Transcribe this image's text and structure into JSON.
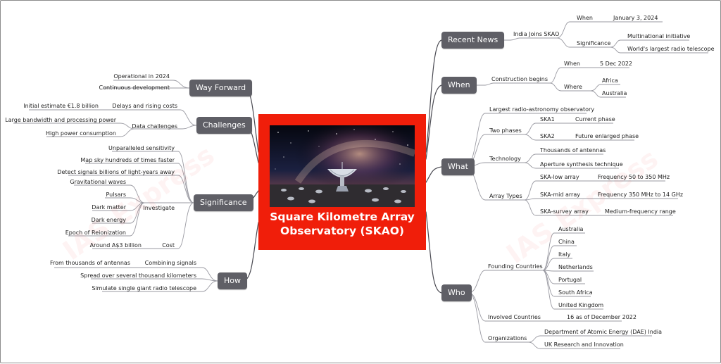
{
  "center": {
    "title": "Square Kilometre Array Observatory (SKAO)",
    "image": "radio-telescope-array-night-sky"
  },
  "watermark": "IAS Express",
  "recent_news": {
    "label": "Recent News",
    "event": "India Joins SKAO",
    "when_label": "When",
    "when_value": "January 3, 2024",
    "significance_label": "Significance",
    "significance_items": [
      "Multinational initiative",
      "World's largest radio telescope"
    ]
  },
  "when": {
    "label": "When",
    "event": "Construction begins",
    "when_label": "When",
    "when_value": "5 Dec 2022",
    "where_label": "Where",
    "where_items": [
      "Africa",
      "Australia"
    ]
  },
  "what": {
    "label": "What",
    "largest": "Largest radio-astronomy observatory",
    "phases_label": "Two phases",
    "phases": [
      {
        "name": "SKA1",
        "desc": "Current phase"
      },
      {
        "name": "SKA2",
        "desc": "Future enlarged phase"
      }
    ],
    "technology_label": "Technology",
    "technology_items": [
      "Thousands of antennas",
      "Aperture synthesis technique"
    ],
    "array_types_label": "Array Types",
    "array_types": [
      {
        "name": "SKA-low array",
        "desc": "Frequency 50 to 350 MHz"
      },
      {
        "name": "SKA-mid array",
        "desc": "Frequency 350 MHz to 14 GHz"
      },
      {
        "name": "SKA-survey array",
        "desc": "Medium-frequency range"
      }
    ]
  },
  "who": {
    "label": "Who",
    "founding_label": "Founding Countries",
    "founding_countries": [
      "Australia",
      "China",
      "Italy",
      "Netherlands",
      "Portugal",
      "South Africa",
      "United Kingdom"
    ],
    "involved_label": "Involved Countries",
    "involved_value": "16 as of December 2022",
    "organizations_label": "Organizations",
    "organizations": [
      "Department of Atomic Energy (DAE) India",
      "UK Research and Innovation"
    ]
  },
  "way_forward": {
    "label": "Way Forward",
    "items": [
      "Operational in 2024",
      "Continuous development"
    ]
  },
  "challenges": {
    "label": "Challenges",
    "delays_label": "Delays and rising costs",
    "delays_value": "Initial estimate €1.8 billion",
    "data_label": "Data challenges",
    "data_items": [
      "Large bandwidth and processing power",
      "High power consumption"
    ]
  },
  "significance": {
    "label": "Significance",
    "items": [
      "Unparalleled sensitivity",
      "Map sky hundreds of times faster",
      "Detect signals billions of light-years away"
    ],
    "investigate_label": "Investigate",
    "investigate_items": [
      "Gravitational waves",
      "Pulsars",
      "Dark matter",
      "Dark energy",
      "Epoch of Reionization"
    ],
    "cost_label": "Cost",
    "cost_value": "Around A$3 billion"
  },
  "how": {
    "label": "How",
    "combining_label": "Combining signals",
    "combining_value": "From thousands of antennas",
    "items": [
      "Spread over several thousand kilometers",
      "Simulate single giant radio telescope"
    ]
  },
  "colors": {
    "center": "#f01e0a",
    "node": "#5f5f66",
    "line": "#4a4a52"
  }
}
